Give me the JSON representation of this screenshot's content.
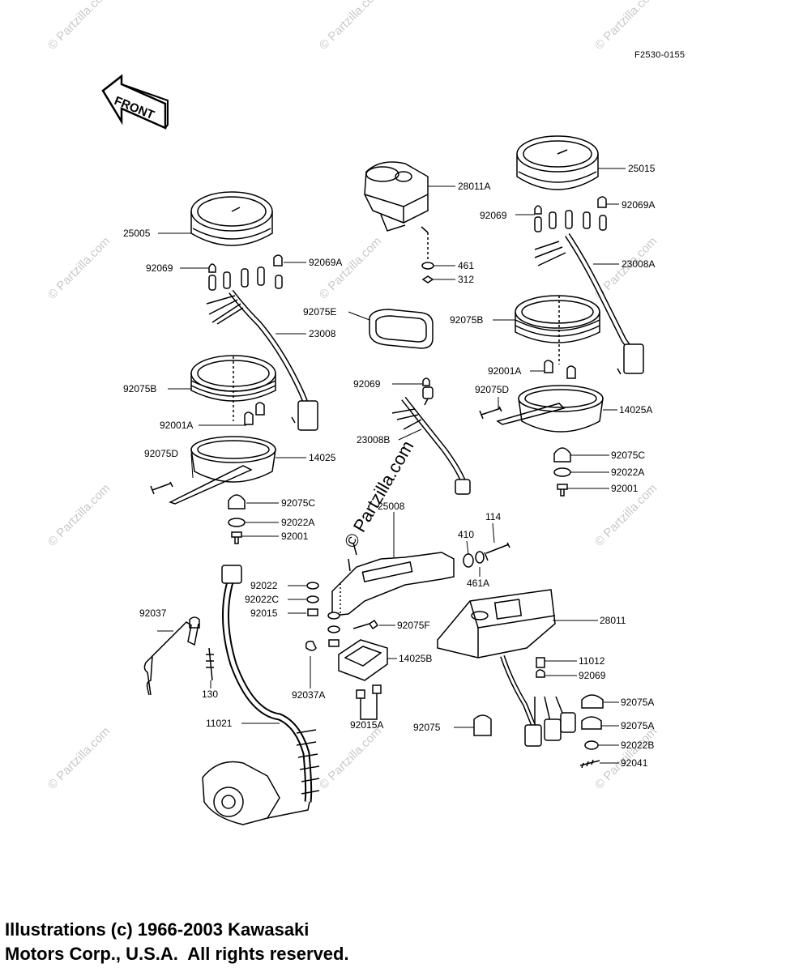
{
  "ref_code": "F2530-0155",
  "front_arrow_label": "FRONT",
  "watermark": "© Partzilla.com",
  "center_watermark": "© Partzilla.com",
  "copyright": {
    "line1": "Illustrations (c) 1966-2003 Kawasaki",
    "line2": "Motors Corp., U.S.A.  All rights reserved."
  },
  "parts": {
    "p25005": "25005",
    "p92069_left": "92069",
    "p92069A_left": "92069A",
    "p23008": "23008",
    "p92075B_left": "92075B",
    "p92001A_left": "92001A",
    "p92075D_left": "92075D",
    "p14025": "14025",
    "p92075C_left": "92075C",
    "p92022A_left": "92022A",
    "p92001_left": "92001",
    "p28011A": "28011A",
    "p461": "461",
    "p312": "312",
    "p92075E": "92075E",
    "p92069_mid": "92069",
    "p23008B": "23008B",
    "p25008": "25008",
    "p114": "114",
    "p410": "410",
    "p461A": "461A",
    "p92022": "92022",
    "p92022C": "92022C",
    "p92015": "92015",
    "p92075F": "92075F",
    "p14025B": "14025B",
    "p92037A": "92037A",
    "p92015A": "92015A",
    "p92037": "92037",
    "p130": "130",
    "p11021": "11021",
    "p92075": "92075",
    "p25015": "25015",
    "p92069A_right": "92069A",
    "p92069_right": "92069",
    "p23008A": "23008A",
    "p92075B_right": "92075B",
    "p92001A_right": "92001A",
    "p92075D_right": "92075D",
    "p14025A": "14025A",
    "p92075C_right": "92075C",
    "p92022A_right": "92022A",
    "p92001_right": "92001",
    "p28011": "28011",
    "p11012": "11012",
    "p92069_bottom": "92069",
    "p92075A_1": "92075A",
    "p92075A_2": "92075A",
    "p92022B": "92022B",
    "p92041": "92041"
  }
}
